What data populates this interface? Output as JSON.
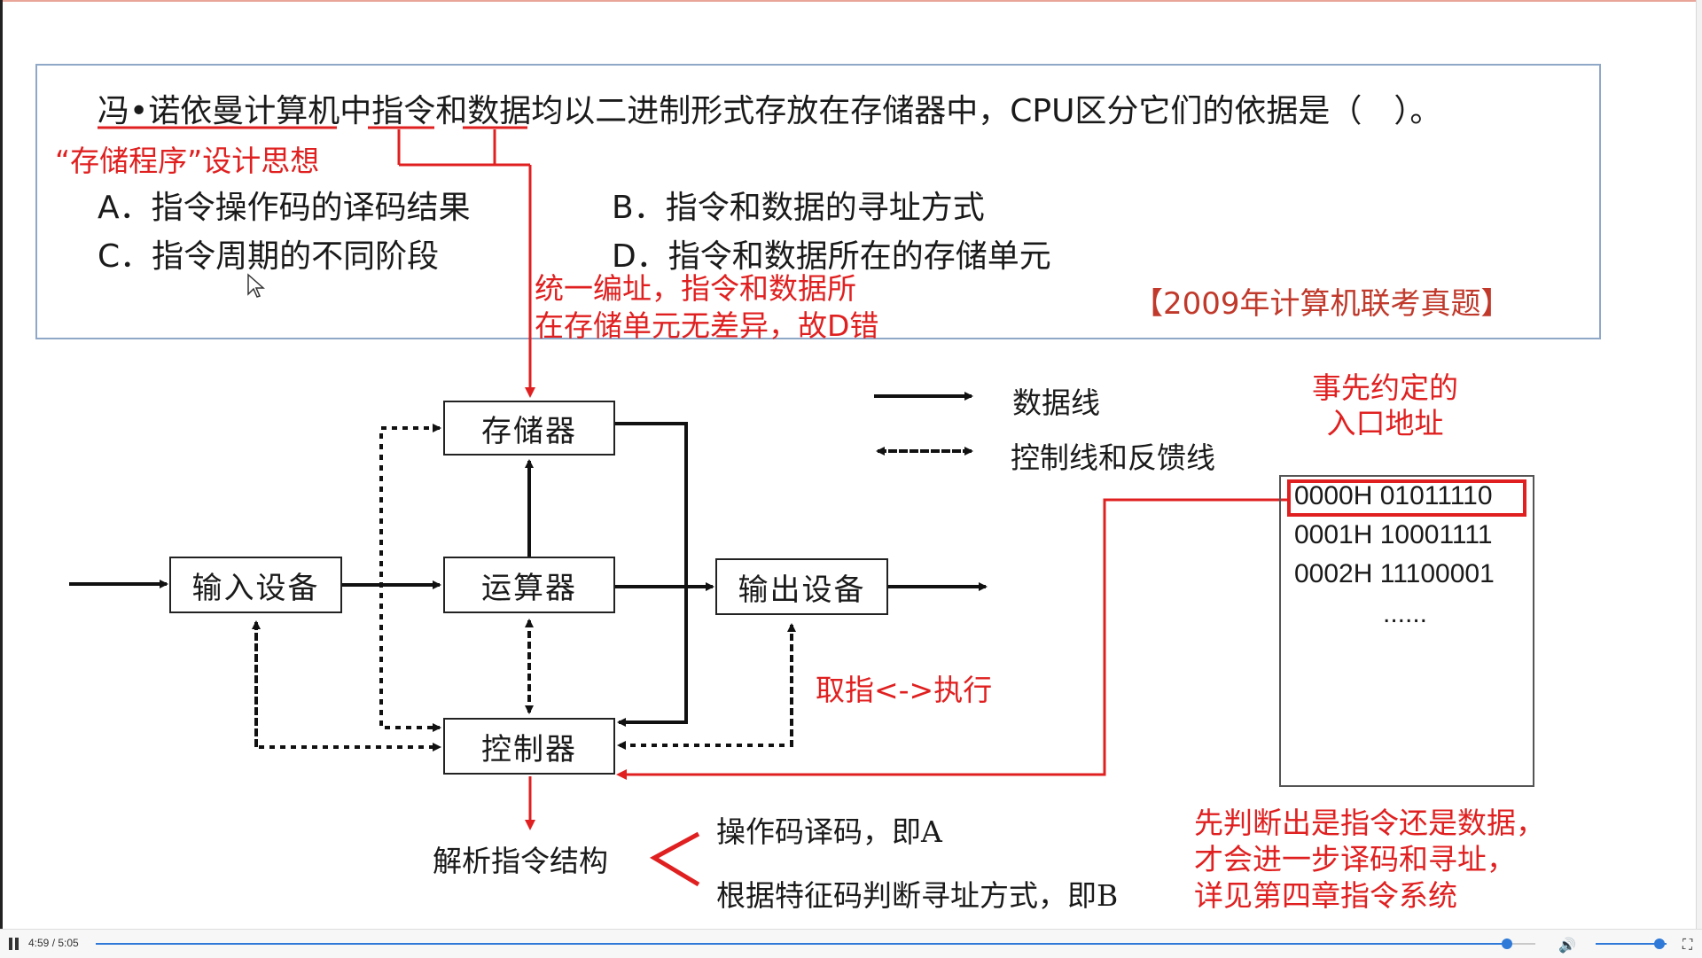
{
  "question": {
    "text": "冯•诺依曼计算机中指令和数据均以二进制形式存放在存储器中，CPU区分它们的依据是（　）。",
    "hint_storage": "“存储程序”设计思想",
    "options": [
      {
        "letter": "A．",
        "text": "指令操作码的译码结果"
      },
      {
        "letter": "B．",
        "text": "指令和数据的寻址方式"
      },
      {
        "letter": "C．",
        "text": "指令周期的不同阶段"
      },
      {
        "letter": "D．",
        "text": "指令和数据所在的存储单元"
      }
    ],
    "note_d": [
      "统一编址，指令和数据所",
      "在存储单元无差异，故D错"
    ],
    "source": "【2009年计算机联考真题】"
  },
  "diagram": {
    "memory": "存储器",
    "input": "输入设备",
    "alu": "运算器",
    "output": "输出设备",
    "controller": "控制器",
    "legend_data": "数据线",
    "legend_control": "控制线和反馈线",
    "fetch_execute": "取指<->执行",
    "parse": "解析指令结构",
    "parse_a": "操作码译码，即A",
    "parse_b": "根据特征码判断寻址方式，即B",
    "entry_note": [
      "事先约定的",
      "入口地址"
    ],
    "memory_rows": [
      "0000H 01011110",
      "0001H 10001111",
      "0002H 11100001",
      "......"
    ],
    "conclusion": [
      "先判断出是指令还是数据，",
      "才会进一步译码和寻址，",
      "详见第四章指令系统"
    ]
  },
  "player": {
    "time": "4:59 / 5:05",
    "progress_fraction": 0.98,
    "volume_fraction": 0.85,
    "accent_color": "#2f7ad8"
  },
  "colors": {
    "annotation_red": "#e02020",
    "box_border": "#8fa8c8"
  }
}
